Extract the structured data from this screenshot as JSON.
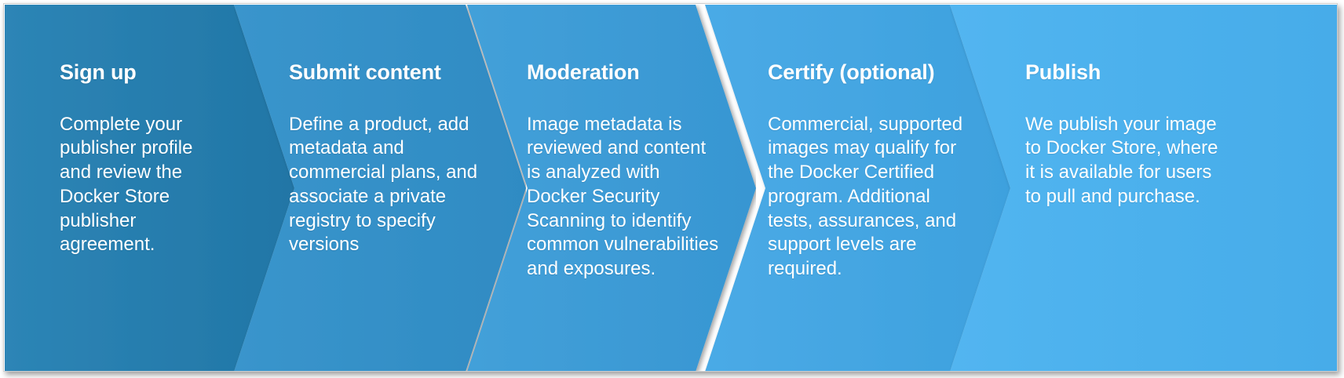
{
  "diagram": {
    "type": "chevron-process-flow",
    "orientation": "horizontal",
    "step_count": 5,
    "steps": [
      {
        "index": 1,
        "title": "Sign up",
        "body": "Complete your publisher profile and review the Docker Store publisher agreement.",
        "color": "#2580B2"
      },
      {
        "index": 2,
        "title": "Submit content",
        "body": "Define a product, add metadata and commercial plans, and associate a private registry to specify versions",
        "color": "#3390C9"
      },
      {
        "index": 3,
        "title": "Moderation",
        "body": "Image metadata is reviewed and content is analyzed with Docker Security Scanning to identify common vulnerabilities and exposures.",
        "color": "#3C9BD6"
      },
      {
        "index": 4,
        "title": "Certify (optional)",
        "body": "Commercial, supported images may qualify for the Docker Certified program.  Additional tests, assurances, and support levels are required.",
        "color": "#42A5E2"
      },
      {
        "index": 5,
        "title": "Publish",
        "body": "We publish your image to Docker Store, where it is available for users to pull and purchase.",
        "color": "#4BB0EE"
      }
    ],
    "text_color": "#ffffff",
    "frame_color": "#cfcfcf",
    "background_color": "#ffffff"
  }
}
